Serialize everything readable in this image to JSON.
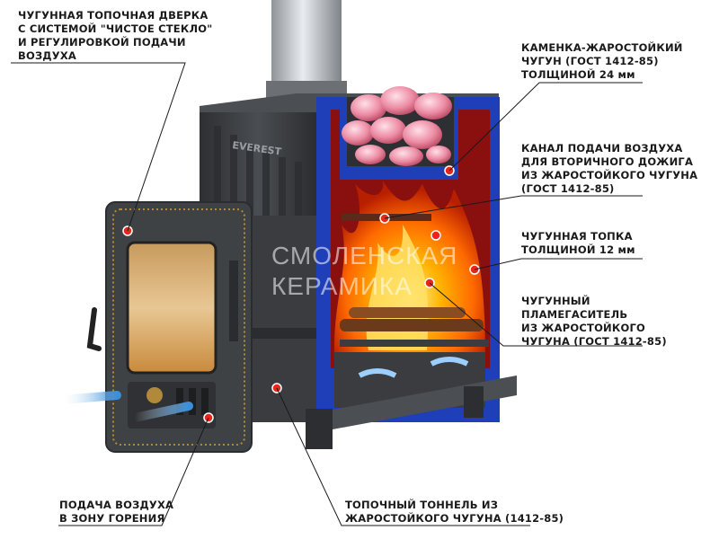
{
  "brand": "EVEREST",
  "watermark": [
    "СМОЛЕНСКАЯ",
    "КЕРАМИКА"
  ],
  "labels": {
    "door": [
      "ЧУГУННАЯ ТОПОЧНАЯ ДВЕРКА",
      "С СИСТЕМОЙ \"ЧИСТОЕ СТЕКЛО\"",
      "И РЕГУЛИРОВКОЙ ПОДАЧИ",
      "ВОЗДУХА"
    ],
    "stones": [
      "КАМЕНКА-ЖАРОСТОЙКИЙ",
      "ЧУГУН (ГОСТ 1412-85)",
      "ТОЛЩИНОЙ 24 мм"
    ],
    "air_channel": [
      "КАНАЛ ПОДАЧИ ВОЗДУХА",
      "ДЛЯ ВТОРИЧНОГО ДОЖИГА",
      "ИЗ ЖАРОСТОЙКОГО ЧУГУНА",
      "(ГОСТ 1412-85)"
    ],
    "firebox": [
      "ЧУГУННАЯ ТОПКА",
      "ТОЛЩИНОЙ 12 мм"
    ],
    "flame_damper": [
      "ЧУГУННЫЙ",
      "ПЛАМЕГАСИТЕЛЬ",
      "ИЗ ЖАРОСТОЙКОГО",
      "ЧУГУНА (ГОСТ 1412-85)"
    ],
    "air_supply": [
      "ПОДАЧА ВОЗДУХА",
      "В ЗОНУ ГОРЕНИЯ"
    ],
    "tunnel": [
      "ТОПОЧНЫЙ ТОННЕЛЬ ИЗ",
      "ЖАРОСТОЙКОГО ЧУГУНА (1412-85)"
    ]
  },
  "colors": {
    "cast_iron": "#3d3f42",
    "cast_iron_light": "#5a5d61",
    "insulation_blue": "#1f3fb8",
    "firebox_red": "#8a0f0f",
    "flame": "#ff8a00",
    "marker": "#e8261c",
    "stone": "#e58aa0"
  }
}
